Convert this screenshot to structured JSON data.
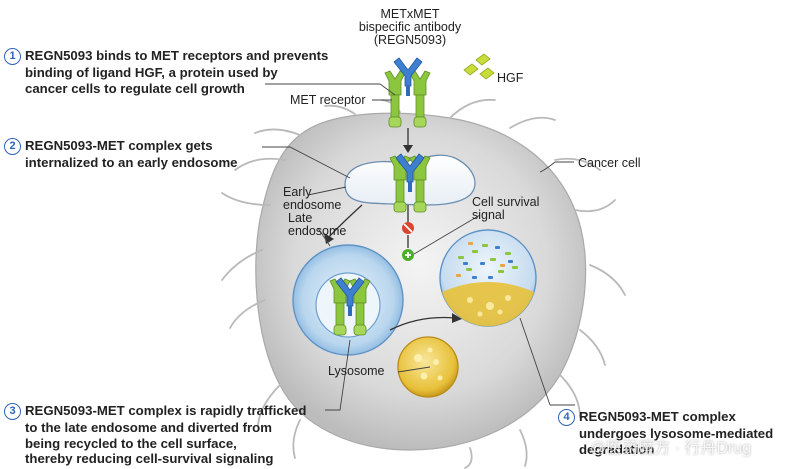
{
  "steps": [
    {
      "num": "1",
      "lines": [
        "REGN5093 binds to MET receptors and prevents",
        "binding of ligand HGF, a protein used by",
        "cancer cells to regulate cell growth"
      ]
    },
    {
      "num": "2",
      "lines": [
        "REGN5093-MET complex gets",
        "internalized to an early endosome"
      ]
    },
    {
      "num": "3",
      "lines": [
        "REGN5093-MET complex is rapidly trafficked",
        "to the late endosome and diverted from",
        "being recycled to the cell surface,",
        "thereby reducing cell-survival signaling"
      ]
    },
    {
      "num": "4",
      "lines": [
        "REGN5093-MET complex",
        "undergoes lysosome-mediated",
        "degradation"
      ]
    }
  ],
  "labels": {
    "antibody": [
      "METxMET",
      "bispecific antibody",
      "(REGN5093)"
    ],
    "hgf": "HGF",
    "met_receptor": "MET receptor",
    "cancer_cell": "Cancer cell",
    "early_endosome": [
      "Early",
      "endosome"
    ],
    "late_endosome": [
      "Late",
      "endosome"
    ],
    "survival_signal": [
      "Cell survival",
      "signal"
    ],
    "lysosome": "Lysosome"
  },
  "watermark": "@医药魔方 · 行舟Drug",
  "colors": {
    "step_number": "#2e63b8",
    "antibody": "#3f7fd0",
    "receptor": "#8cc63f",
    "cell": "#cfcfcf",
    "lysosome": "#e9c33f",
    "inhibit": "#d9452e",
    "activate": "#4caf2a"
  }
}
